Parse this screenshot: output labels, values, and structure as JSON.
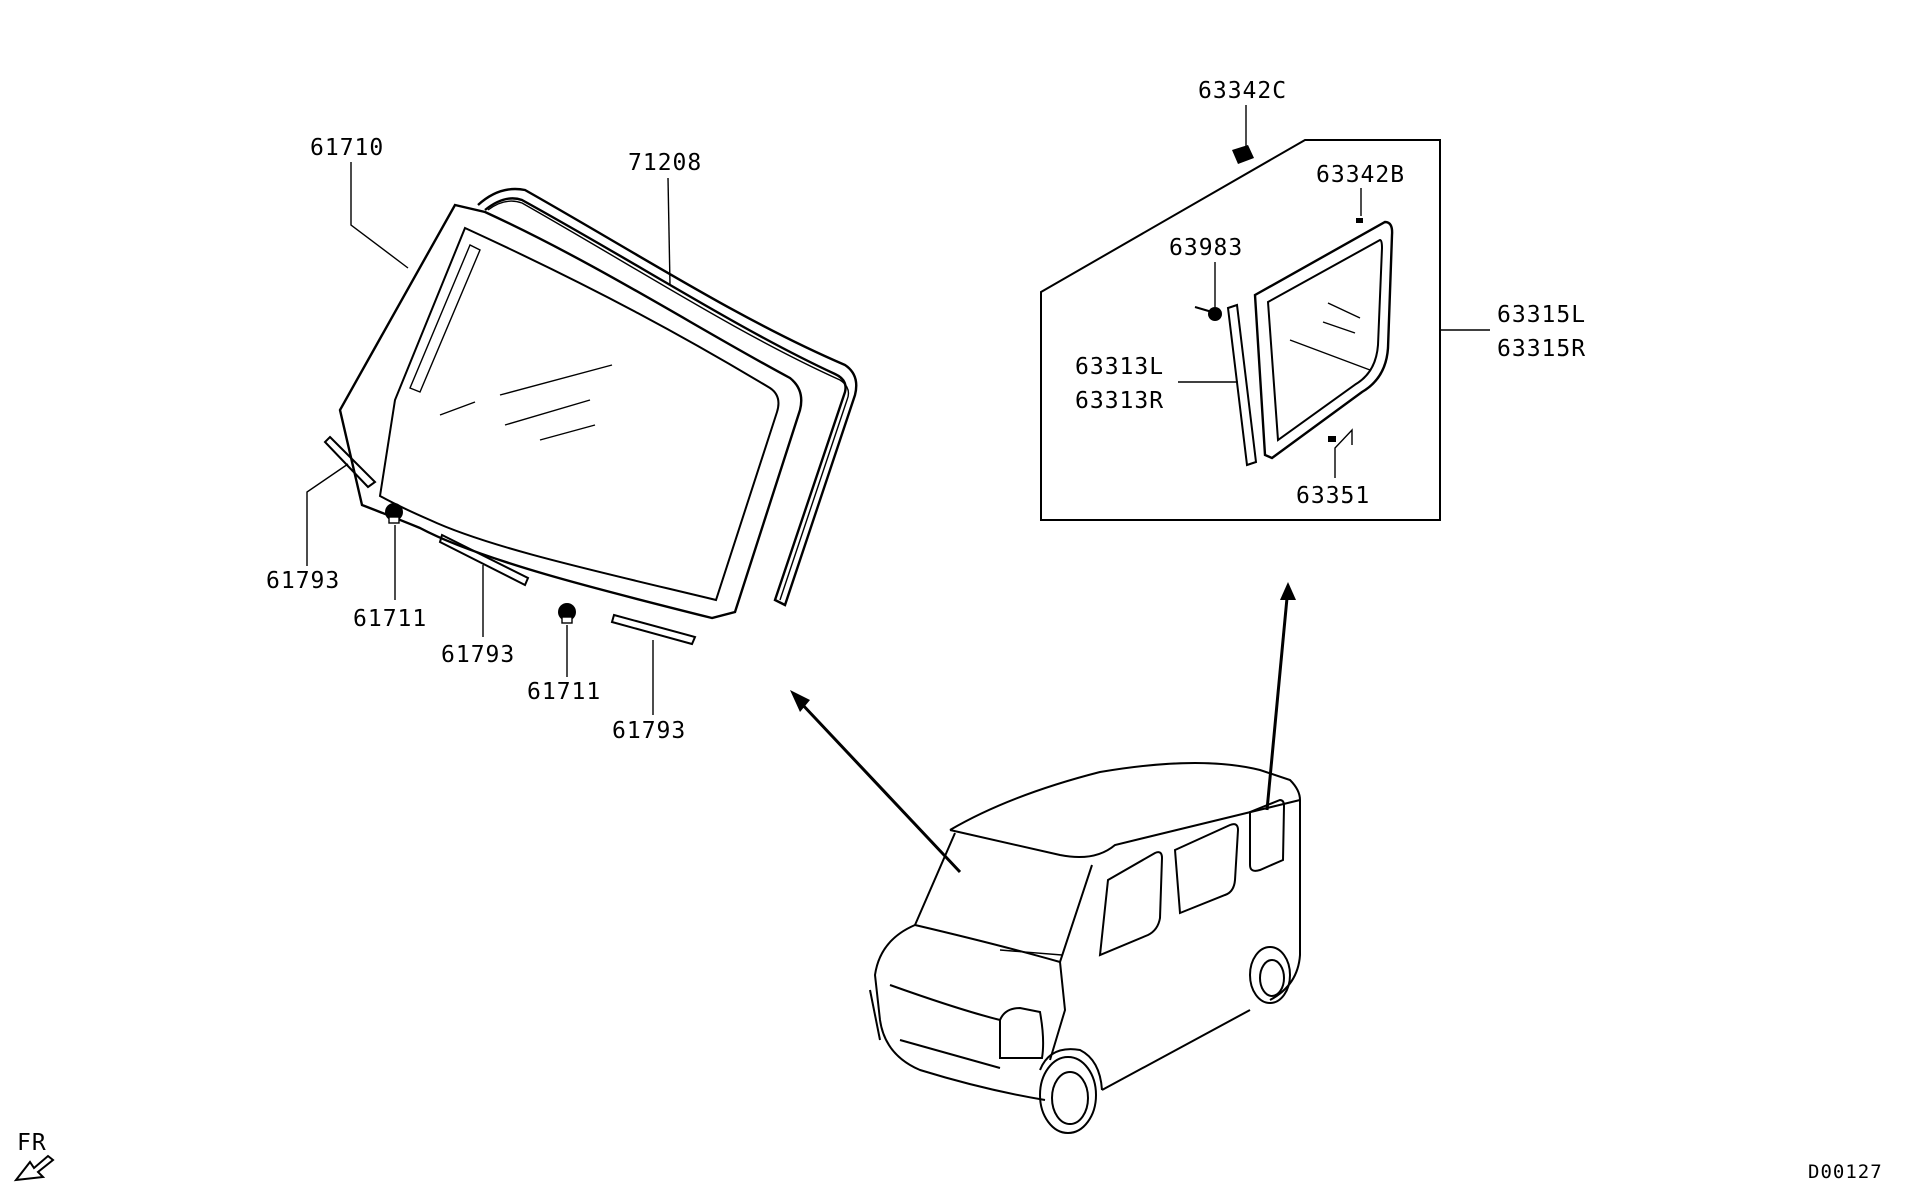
{
  "labels": {
    "p61710": "61710",
    "p71208": "71208",
    "p61793a": "61793",
    "p61711a": "61711",
    "p61793b": "61793",
    "p61711b": "61711",
    "p61793c": "61793",
    "p63342c": "63342C",
    "p63342b": "63342B",
    "p63983": "63983",
    "p63313l": "63313L",
    "p63313r": "63313R",
    "p63315l": "63315L",
    "p63315r": "63315R",
    "p63351": "63351",
    "fr": "FR",
    "code": "D00127"
  }
}
